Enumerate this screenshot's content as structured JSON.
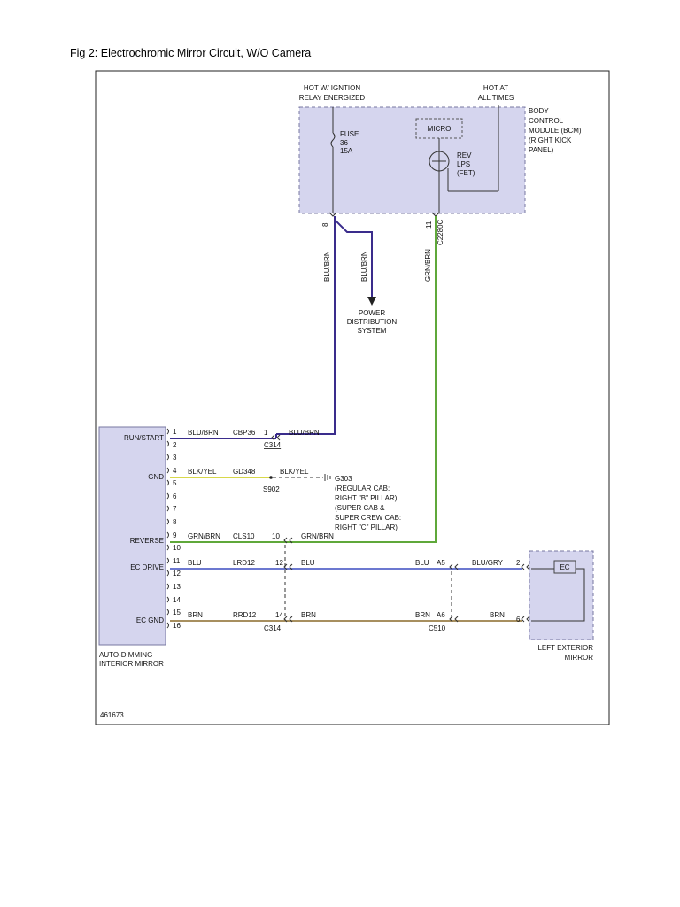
{
  "caption": "Fig 2: Electrochromic Mirror Circuit, W/O Camera",
  "figure_id": "461673",
  "power_labels": {
    "hot_ignition": [
      "HOT W/ IGNTION",
      "RELAY ENERGIZED"
    ],
    "hot_always": [
      "HOT AT",
      "ALL TIMES"
    ]
  },
  "bcm": {
    "label": [
      "BODY",
      "CONTROL",
      "MODULE (BCM)",
      "(RIGHT KICK",
      "PANEL)"
    ],
    "fuse": [
      "FUSE",
      "36",
      "15A"
    ],
    "micro": "MICRO",
    "rev_lps": [
      "REV",
      "LPS",
      "(FET)"
    ],
    "pin_a": "8",
    "pin_b": "11",
    "connector": "C2280C"
  },
  "wires": {
    "blu_brn_1": "BLU/BRN",
    "blu_brn_2": "BLU/BRN",
    "grn_brn": "GRN/BRN"
  },
  "power_distribution": [
    "POWER",
    "DISTRIBUTION",
    "SYSTEM"
  ],
  "mirror": {
    "name": [
      "AUTO-DIMMING",
      "INTERIOR MIRROR"
    ],
    "functions": [
      "RUN/START",
      "GND",
      "REVERSE",
      "EC DRIVE",
      "EC GND"
    ],
    "pins": [
      "1",
      "2",
      "3",
      "4",
      "5",
      "6",
      "7",
      "8",
      "9",
      "10",
      "11",
      "12",
      "13",
      "14",
      "15",
      "16"
    ]
  },
  "rows": {
    "runstart": {
      "color": "BLU/BRN",
      "circuit": "CBP36",
      "pin": "1",
      "far_color": "BLU/BRN",
      "connector": "C314"
    },
    "gnd": {
      "color": "BLK/YEL",
      "circuit": "GD348",
      "far_color": "BLK/YEL",
      "splice": "S902"
    },
    "reverse": {
      "color": "GRN/BRN",
      "circuit": "CLS10",
      "pin": "10",
      "far_color": "GRN/BRN"
    },
    "ecdrive": {
      "color": "BLU",
      "circuit": "LRD12",
      "pin": "12",
      "mid_color": "BLU",
      "c510_color": "BLU",
      "c510_pin": "A5",
      "ext_color": "BLU/GRY",
      "ext_pin": "2"
    },
    "ecgnd": {
      "color": "BRN",
      "circuit": "RRD12",
      "pin": "14",
      "mid_color": "BRN",
      "c510_color": "BRN",
      "c510_pin": "A6",
      "ext_color": "BRN",
      "ext_pin": "6",
      "connector_c314": "C314",
      "connector_c510": "C510"
    }
  },
  "ground": {
    "label": "G303",
    "note": [
      "(REGULAR CAB:",
      "RIGHT \"B\" PILLAR)",
      "(SUPER CAB &",
      "SUPER CREW CAB:",
      "RIGHT \"C\" PILLAR)"
    ]
  },
  "ext_mirror": {
    "ec": "EC",
    "name": [
      "LEFT EXTERIOR",
      "MIRROR"
    ]
  },
  "colors": {
    "blu_brn": "#3a2c8c",
    "grn_brn": "#5fa83a",
    "blk_yel": "#d8d84a",
    "blu": "#3b4cc0",
    "brn": "#8a6a2a",
    "module_fill": "#d5d5ee",
    "module_border": "#7777a0"
  }
}
